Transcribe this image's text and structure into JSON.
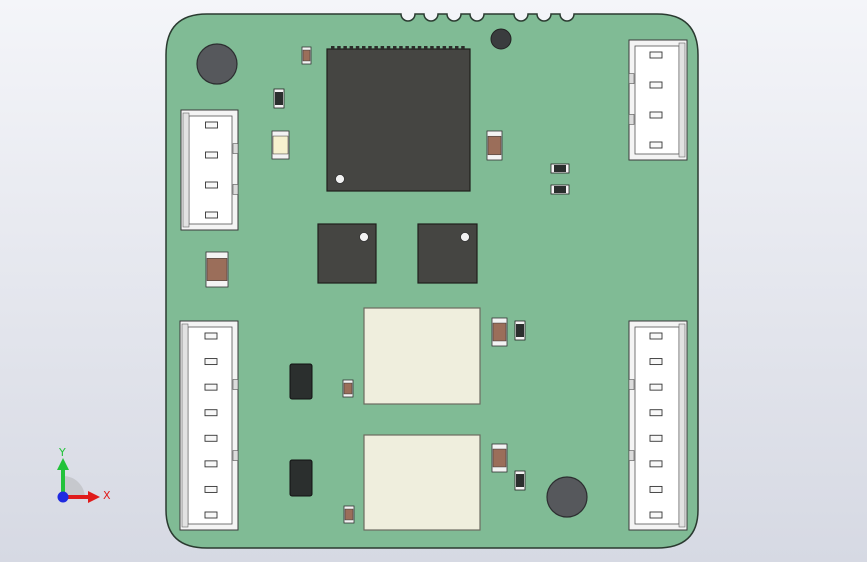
{
  "viewport": {
    "background_top": "#f4f5f9",
    "background_bottom": "#d6d9e3"
  },
  "board": {
    "name": "pcb-board",
    "pcb_color": "#80bb95",
    "pcb_edge_color": "#2a3a30",
    "ic_color": "#454542",
    "inductor_color": "#efeedd",
    "connector_color": "#f4f4f4",
    "resistor_body_color": "#9b6e5a",
    "smd_dark_color": "#2b2f2e"
  },
  "triad": {
    "y_axis_label": "Y",
    "x_axis_label": "X",
    "y_axis_color": "#22c23a",
    "x_axis_color": "#e01b1b",
    "origin_color": "#1f2ae0"
  }
}
